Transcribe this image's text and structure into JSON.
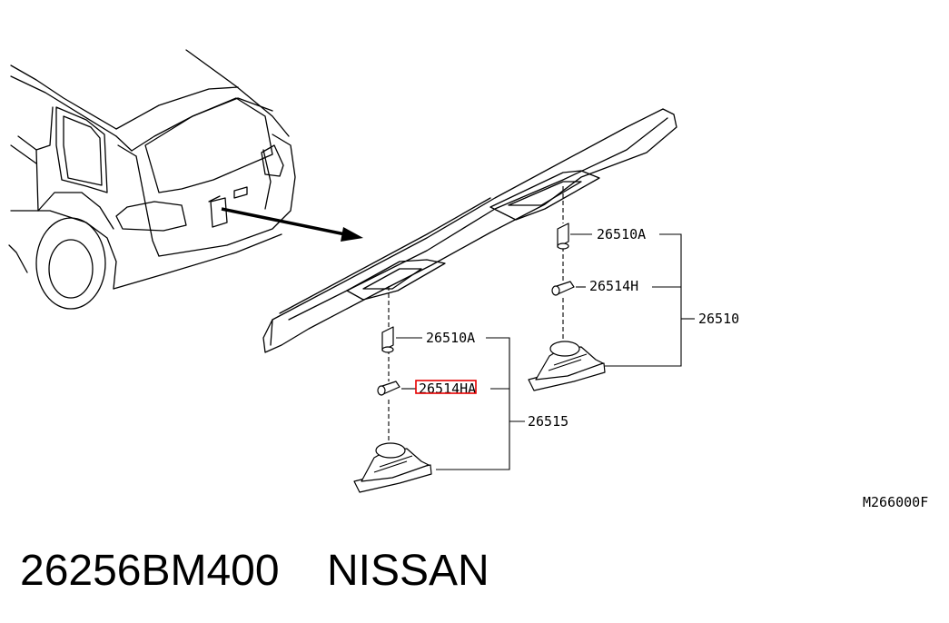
{
  "labels": {
    "bulb_a_right": "26510A",
    "socket_right": "26514H",
    "assembly_right": "26510",
    "bulb_a_left": "26510A",
    "socket_left": "26514HA",
    "assembly_left": "26515",
    "diagram_code": "M266000F"
  },
  "caption": {
    "part_number": "26256BM400",
    "brand": "NISSAN"
  },
  "highlight_color": "#e60000"
}
